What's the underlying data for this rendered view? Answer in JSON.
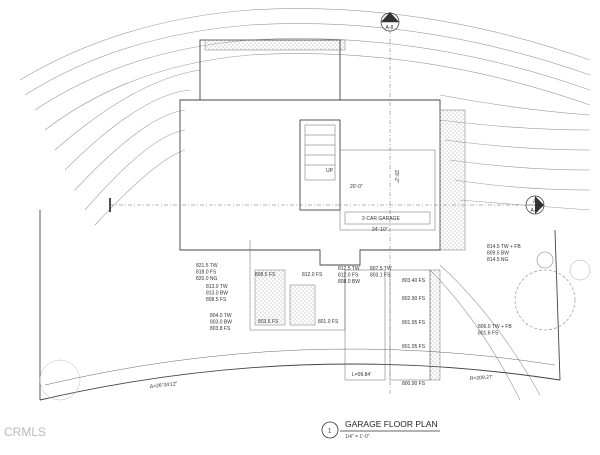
{
  "sheet": {
    "title": "GARAGE FLOOR PLAN",
    "scale": "1/4\" = 1'-0\"",
    "view_number": "1",
    "watermark": "CRMLS"
  },
  "section_markers": {
    "top": {
      "letter": "B",
      "sheet": "A-8"
    },
    "right": {
      "letter": "A",
      "sheet": "A-8"
    }
  },
  "room_labels": {
    "garage": "2-CAR GARAGE",
    "garage_width": "24'-10\"",
    "garage_depth": "20'-2\"",
    "side_dim": "20'-0\"",
    "stair_up": "UP"
  },
  "curve_labels": {
    "length": "L=99.84'",
    "delta": "Δ=26°34'12\"",
    "radius": "R=209.27'"
  },
  "elevation_notes": [
    {
      "lines": [
        "821.5 TW",
        "818.0 FS",
        "820.0 NG"
      ]
    },
    {
      "lines": [
        "813.0 TW",
        "813.0 BW",
        "808.5 FS"
      ]
    },
    {
      "lines": [
        "804.0 TW",
        "803.0 BW",
        "803.8 FS"
      ]
    },
    {
      "lines": [
        "812.5 TW",
        "812.0 FS",
        "808.0 BW"
      ]
    },
    {
      "lines": [
        "807.5 TW",
        "803.1 FS"
      ]
    },
    {
      "lines": [
        "814.5 TW + FB",
        "809.5 BW",
        "814.5 NG"
      ]
    },
    {
      "lines": [
        "806.0 TW + FB",
        "801.6 FS"
      ]
    }
  ],
  "spot_elevations": [
    "808.5 FS",
    "812.0 FS",
    "803.6 FS",
    "801.0 FS",
    "803.40 FS",
    "802.90 FS",
    "801.95 FS",
    "801.05 FS",
    "800.90 FS"
  ]
}
